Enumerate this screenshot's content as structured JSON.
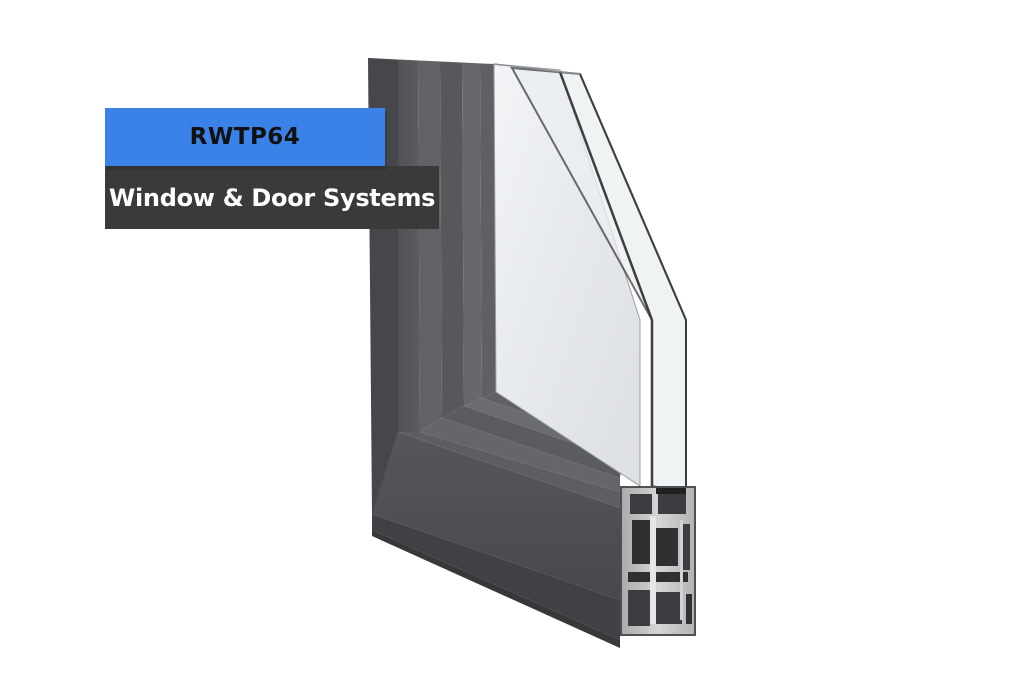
{
  "label": {
    "product_code": "RWTP64",
    "subtitle": "Window & Door Systems"
  },
  "colors": {
    "badge_blue": "#3b82e8",
    "badge_dark": "#3a3a3a",
    "frame_dark": "#4a4c4f",
    "frame_mid": "#5c5e62",
    "frame_light": "#6c6e72",
    "glass": "#eef1f3",
    "profile_silver": "#c4c6c8"
  },
  "figure": {
    "subject": "aluminium window frame corner section with double glazing"
  }
}
